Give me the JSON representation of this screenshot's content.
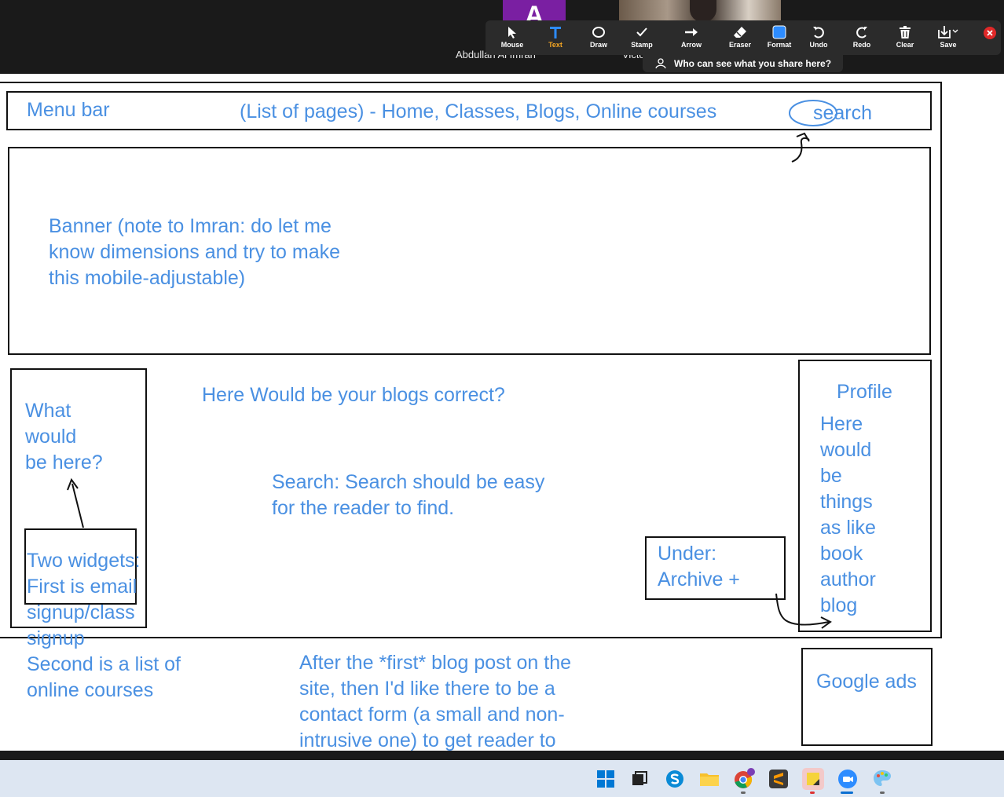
{
  "meeting": {
    "avatar_letter": "A",
    "participant_name": "Abdullah Al Imran",
    "participant_name_2": "Victo"
  },
  "annotation_toolbar": {
    "tools": [
      {
        "label": "Mouse",
        "icon": "cursor-icon"
      },
      {
        "label": "Text",
        "icon": "text-icon",
        "active": true
      },
      {
        "label": "Draw",
        "icon": "ellipse-icon"
      },
      {
        "label": "Stamp",
        "icon": "checkmark-icon"
      },
      {
        "label": "Arrow",
        "icon": "arrow-right-icon"
      },
      {
        "label": "Eraser",
        "icon": "eraser-icon"
      },
      {
        "label": "Format",
        "icon": "format-square-icon"
      },
      {
        "label": "Undo",
        "icon": "undo-icon"
      },
      {
        "label": "Redo",
        "icon": "redo-icon"
      },
      {
        "label": "Clear",
        "icon": "trash-icon"
      },
      {
        "label": "Save",
        "icon": "save-icon"
      }
    ],
    "active_color": "#f5a623",
    "close_color": "#e02828",
    "who_can_see": "Who can see what you share here?"
  },
  "whiteboard": {
    "ink_color": "#4a90e2",
    "menu_bar_label": "Menu bar",
    "pages_list": "(List of pages) - Home, Classes, Blogs, Online courses",
    "search_label": "search",
    "banner_note": "Banner (note to Imran: do let me\nknow dimensions and try to make\nthis mobile-adjustable)",
    "left_question": "What\nwould\nbe here?",
    "widgets_note": "Two widgets:\nFirst is email\nsignup/class\nsignup\nSecond is a list of\nonline courses",
    "blogs_question": "Here Would be your blogs correct?",
    "search_note": "Search: Search should be easy\nfor the reader to find.",
    "under_archive": "Under:\nArchive +",
    "profile_title": "Profile",
    "profile_note": "Here\nwould\nbe\nthings\nas like\nbook\nauthor\nblog",
    "contact_note": "After the *first* blog post on the\nsite, then I'd like there to be a\ncontact form (a small and non-\nintrusive one) to get reader to",
    "google_ads": "Google ads"
  },
  "taskbar": {
    "apps": [
      "windows-start-icon",
      "task-view-icon",
      "skype-icon",
      "file-explorer-icon",
      "chrome-icon",
      "sublime-text-icon",
      "sticky-notes-icon",
      "zoom-icon",
      "paint-icon"
    ]
  }
}
